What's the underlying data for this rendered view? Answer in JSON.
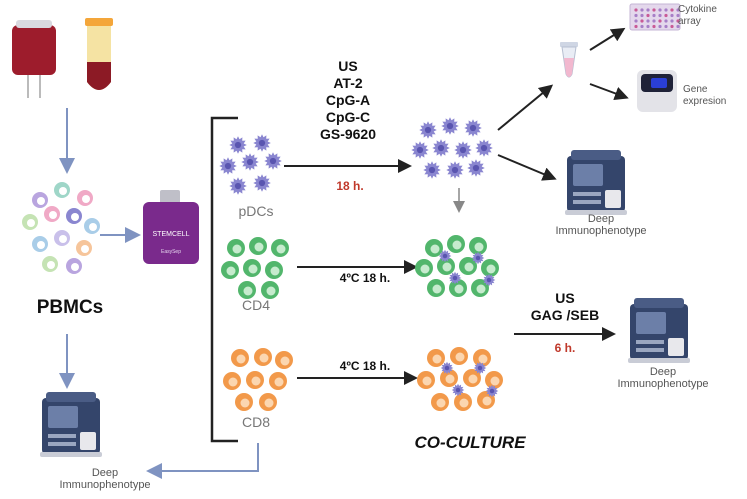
{
  "diagram": {
    "source_label": "PBMCs",
    "left_output": "Deep\nImmunophenotype",
    "cell_types": [
      "pDCs",
      "CD4",
      "CD8"
    ],
    "treatments_pdc": [
      "US",
      "AT-2",
      "CpG-A",
      "CpG-C",
      "GS-9620"
    ],
    "pdc_time": "18 h.",
    "cd4_condition": "4ºC 18 h.",
    "cd8_condition": "4ºC 18 h.",
    "coculture_label": "CO-CULTURE",
    "coculture_treatments": [
      "US",
      "GAG /SEB"
    ],
    "coculture_time": "6 h.",
    "pdc_outputs": {
      "cytokine": "Cytokine\narray",
      "gene": "Gene\nexpresion",
      "deep": "Deep\nImmunophenotype"
    },
    "coculture_output": "Deep\nImmunophenotype",
    "kit_label": "STEMCELL",
    "kit_sub": "EasySep"
  },
  "colors": {
    "arrow_blue": "#7f93c1",
    "arrow_black": "#222222",
    "pdc_purple": "#8a86d0",
    "cd4_green": "#52b66c",
    "cd8_orange": "#f2994a",
    "red_text": "#c0392b",
    "device_navy": "#2f3f63"
  }
}
